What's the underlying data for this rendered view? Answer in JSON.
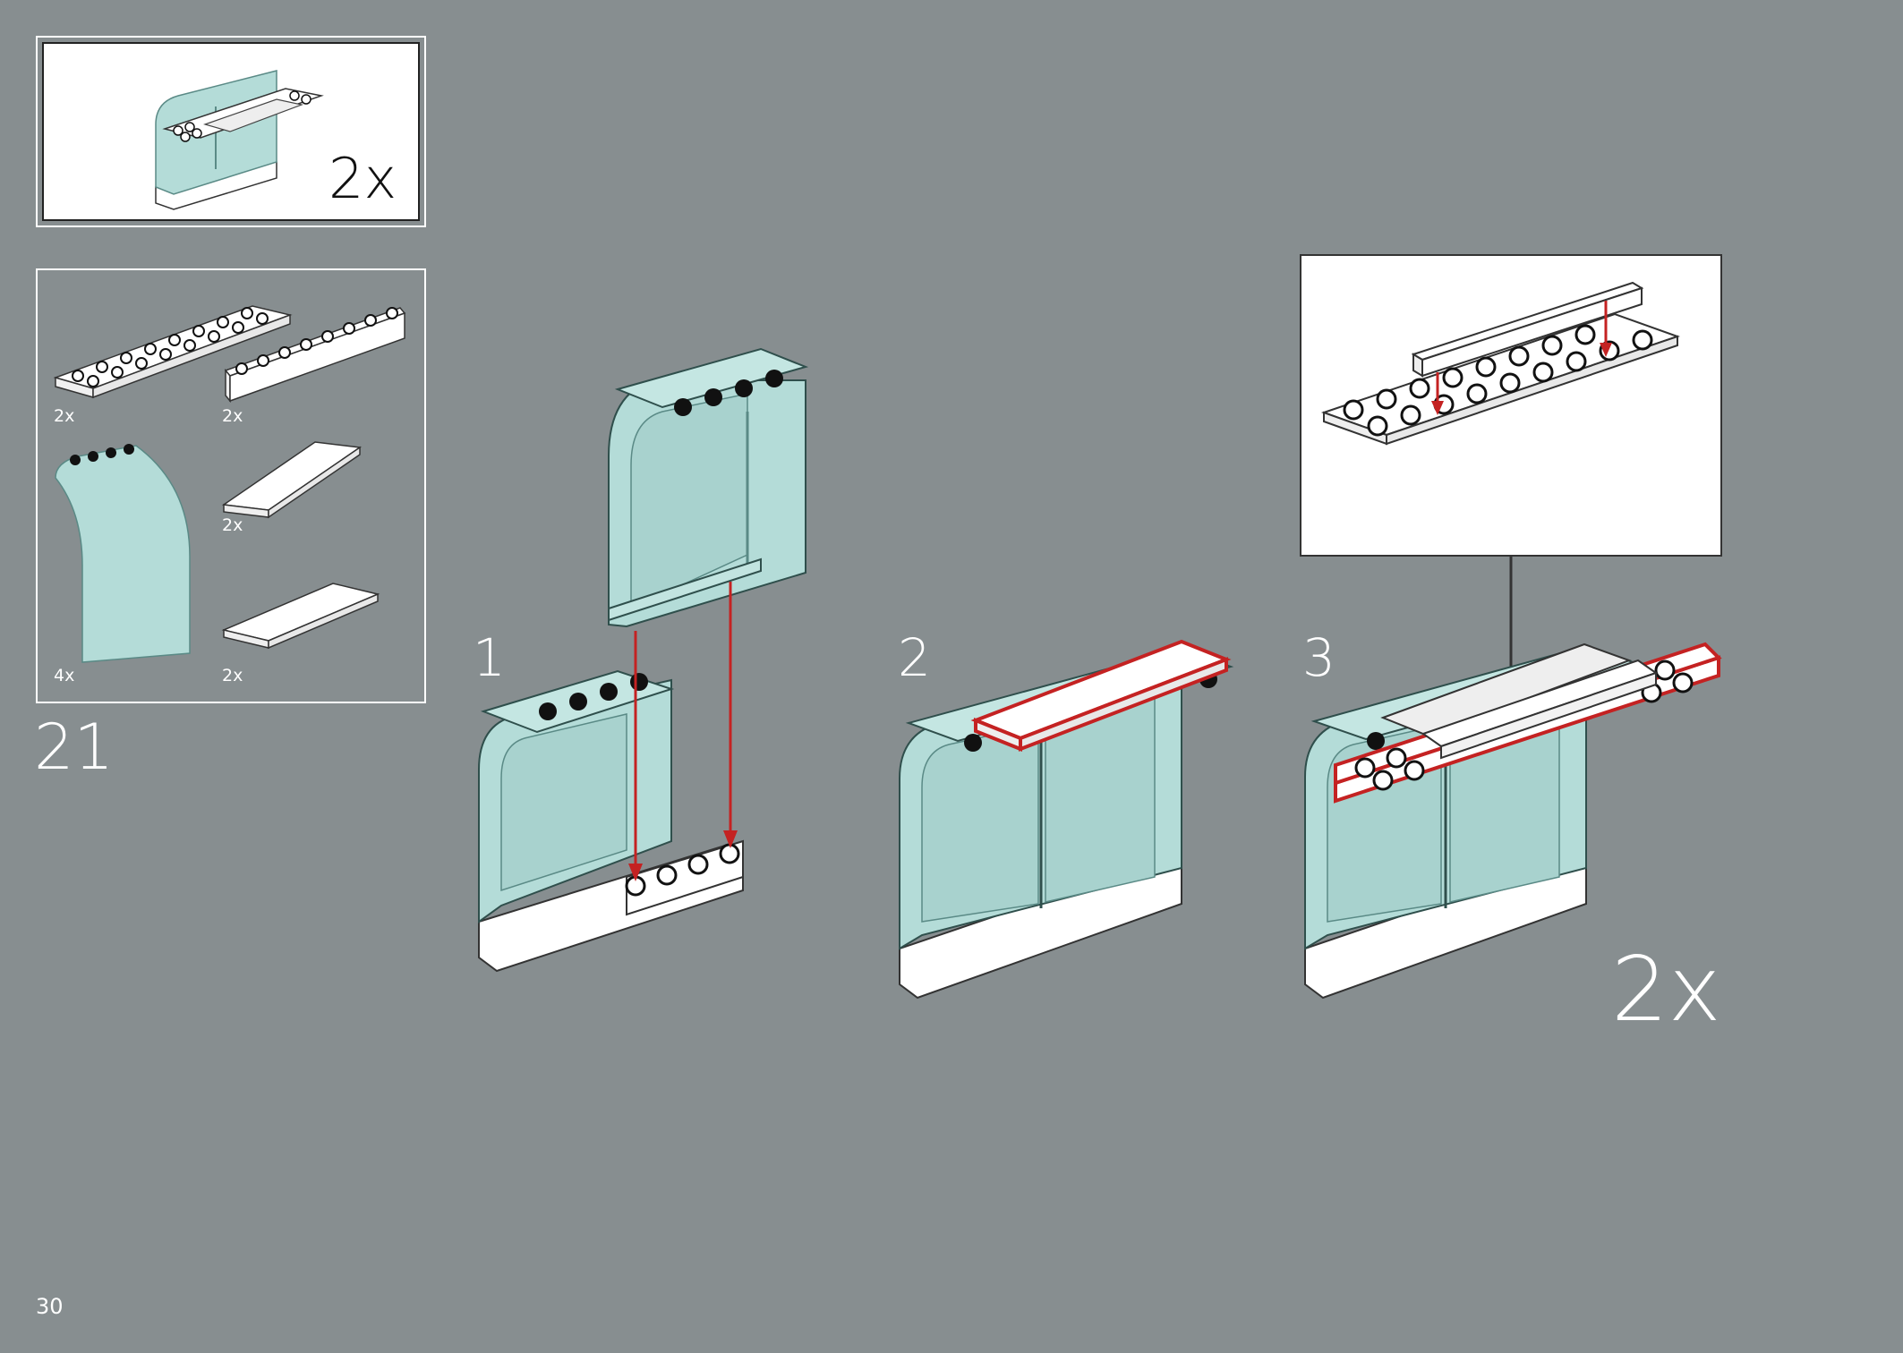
{
  "submodel": {
    "count": "2x"
  },
  "parts": [
    {
      "name": "plate-2x8",
      "qty": "2x"
    },
    {
      "name": "plate-1x8",
      "qty": "2x"
    },
    {
      "name": "curved-glass-panel",
      "qty": "4x"
    },
    {
      "name": "tile-1x4",
      "qty": "2x"
    },
    {
      "name": "tile-2x4",
      "qty": "2x"
    }
  ],
  "step_number": "21",
  "substeps": [
    {
      "number": "1"
    },
    {
      "number": "2"
    },
    {
      "number": "3"
    }
  ],
  "final_count": "2x",
  "page_number": "30",
  "colors": {
    "background": "#878e90",
    "trans_light_blue": "#b4dcd8",
    "white_part": "#ffffff",
    "stud_black": "#111111",
    "highlight_red": "#c42222"
  }
}
